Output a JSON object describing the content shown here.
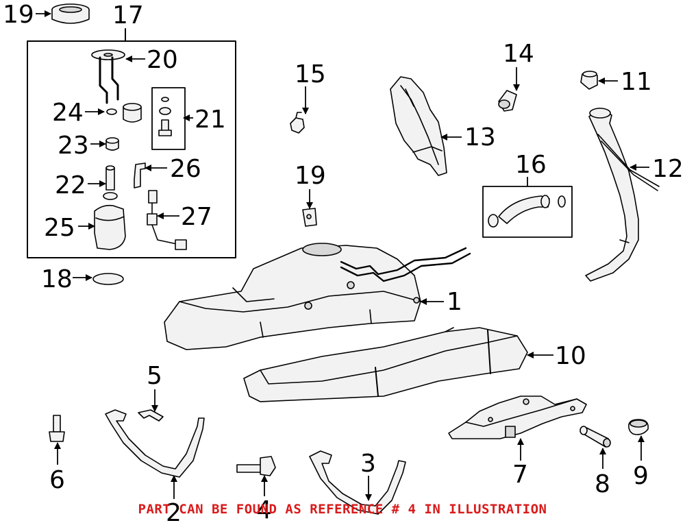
{
  "diagram": {
    "callouts": {
      "c1": "1",
      "c2": "2",
      "c3": "3",
      "c4": "4",
      "c5": "5",
      "c6": "6",
      "c7": "7",
      "c8": "8",
      "c9": "9",
      "c10": "10",
      "c11": "11",
      "c12": "12",
      "c13": "13",
      "c14": "14",
      "c15": "15",
      "c16": "16",
      "c17": "17",
      "c18": "18",
      "c19a": "19",
      "c19b": "19",
      "c20": "20",
      "c21": "21",
      "c22": "22",
      "c23": "23",
      "c24": "24",
      "c25": "25",
      "c26": "26",
      "c27": "27"
    },
    "footer_note": "PART CAN BE FOUND AS REFERENCE # 4 IN ILLUSTRATION"
  },
  "colors": {
    "line": "#000000",
    "part_fill": "#f2f2f2",
    "shade": "#d8d8d8",
    "note": "#d91a1a"
  }
}
